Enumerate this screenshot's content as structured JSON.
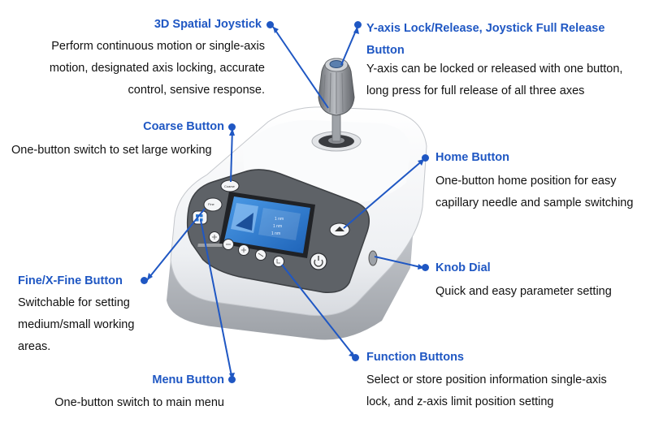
{
  "callouts": {
    "joystick": {
      "title": "3D Spatial Joystick",
      "desc": "Perform continuous motion or single-axis motion, designated axis locking, accurate control, sensive response."
    },
    "yaxis": {
      "title": "Y-axis Lock/Release, Joystick Full Release Button",
      "desc": "Y-axis can be locked or released with one button, long press for full release of all three axes"
    },
    "coarse": {
      "title": "Coarse Button",
      "desc": "One-button switch to set large working"
    },
    "home": {
      "title": "Home Button",
      "desc": "One-button home position for easy capillary needle and sample switching"
    },
    "fine": {
      "title": "Fine/X-Fine Button",
      "desc": "Switchable for setting medium/small working areas."
    },
    "knob": {
      "title": "Knob Dial",
      "desc": "Quick and easy parameter setting"
    },
    "function": {
      "title": "Function Buttons",
      "desc": "Select or store position information single-axis lock, and z-axis limit position setting"
    },
    "menu": {
      "title": "Menu Button",
      "desc": "One-button switch to main menu"
    }
  },
  "device": {
    "coarse_key_label": "Coarse",
    "fine_key_label": "Fine\nX-Fine",
    "screen_lines": [
      "1 nm",
      "1 nm",
      "1 nm"
    ]
  },
  "colors": {
    "accent": "#1f57c3",
    "panel": "#6a6e73",
    "body": "#f2f3f5",
    "screen": "#2f7fd6"
  }
}
